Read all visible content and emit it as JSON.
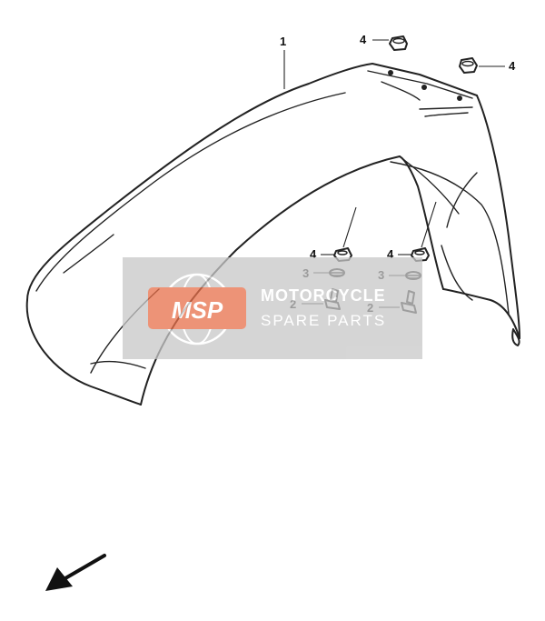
{
  "diagram": {
    "parts": [
      {
        "ref": "1"
      },
      {
        "ref": "2"
      },
      {
        "ref": "3"
      },
      {
        "ref": "4"
      }
    ],
    "labels": {
      "fender": "1",
      "bolt_left": "2",
      "bolt_right": "2",
      "washer_left": "3",
      "washer_right": "3",
      "nut_top_left": "4",
      "nut_top_right": "4",
      "nut_mid_left": "4",
      "nut_mid_right": "4"
    }
  },
  "watermark": {
    "logo_text": "MSP",
    "line1": "MOTORCYCLE",
    "line2": "SPARE PARTS",
    "bg_color": "#c8c8c8",
    "logo_color": "#e8704a"
  },
  "orientation_icon": "front-direction-arrow-icon"
}
